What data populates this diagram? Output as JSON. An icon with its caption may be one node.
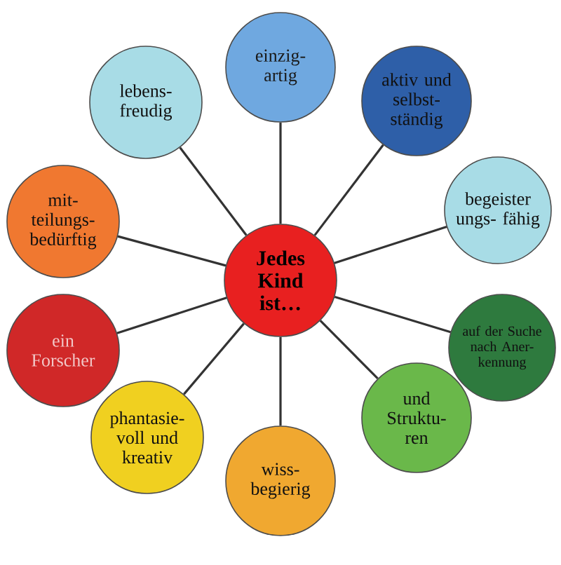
{
  "diagram": {
    "nodes": [
      {
        "text": [
          "Jedes Kind ist…"
        ]
      },
      {
        "text": [
          "einzig- artig"
        ]
      },
      {
        "text": [
          "aktiv und selbst- ständig"
        ]
      },
      {
        "text": [
          "begeister ungs- fähig"
        ]
      },
      {
        "text": [
          "auf der Suche nach Aner- kennung"
        ]
      },
      {
        "text": [
          "und Struktu- ren"
        ]
      },
      {
        "text": [
          "wiss- begierig"
        ]
      },
      {
        "text": [
          "phantasie- voll und kreativ"
        ]
      },
      {
        "text": [
          "ein Forscher"
        ]
      },
      {
        "text": [
          "mit- teilungs- bedürftig"
        ]
      },
      {
        "text": [
          "lebens- freudig"
        ]
      }
    ],
    "edges": [
      {
        "from": 0,
        "to": 1,
        "arrow": "none"
      },
      {
        "from": 0,
        "to": 2,
        "arrow": "none"
      },
      {
        "from": 0,
        "to": 3,
        "arrow": "none"
      },
      {
        "from": 0,
        "to": 4,
        "arrow": "none"
      },
      {
        "from": 0,
        "to": 5,
        "arrow": "none"
      },
      {
        "from": 0,
        "to": 6,
        "arrow": "none"
      },
      {
        "from": 0,
        "to": 7,
        "arrow": "none"
      },
      {
        "from": 0,
        "to": 8,
        "arrow": "none"
      },
      {
        "from": 0,
        "to": 9,
        "arrow": "none"
      },
      {
        "from": 0,
        "to": 10,
        "arrow": "none"
      }
    ]
  }
}
